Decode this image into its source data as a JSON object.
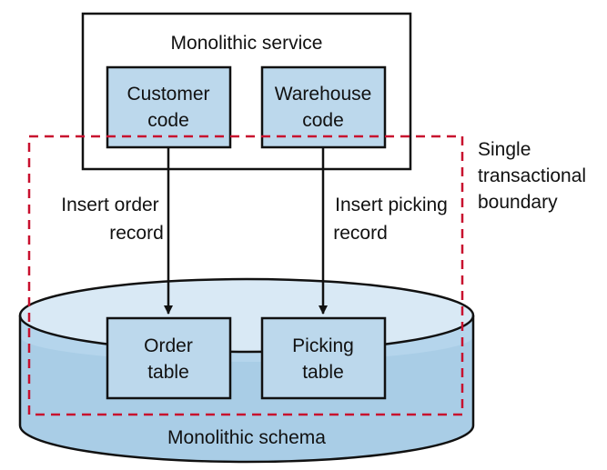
{
  "service": {
    "title": "Monolithic service"
  },
  "components": [
    {
      "line1": "Customer",
      "line2": "code"
    },
    {
      "line1": "Warehouse",
      "line2": "code"
    }
  ],
  "arrows": [
    {
      "line1": "Insert order",
      "line2": "record"
    },
    {
      "line1": "Insert picking",
      "line2": "record"
    }
  ],
  "tables": [
    {
      "line1": "Order",
      "line2": "table"
    },
    {
      "line1": "Picking",
      "line2": "table"
    }
  ],
  "schema": {
    "label": "Monolithic schema"
  },
  "boundary": {
    "line1": "Single",
    "line2": "transactional",
    "line3": "boundary"
  },
  "colors": {
    "box_fill": "#bcd8ec",
    "db_top": "#d9e9f5",
    "db_liquid": "#a9cde6",
    "db_lower": "#b5d5ec",
    "boundary": "#c8102e",
    "stroke": "#111111"
  }
}
